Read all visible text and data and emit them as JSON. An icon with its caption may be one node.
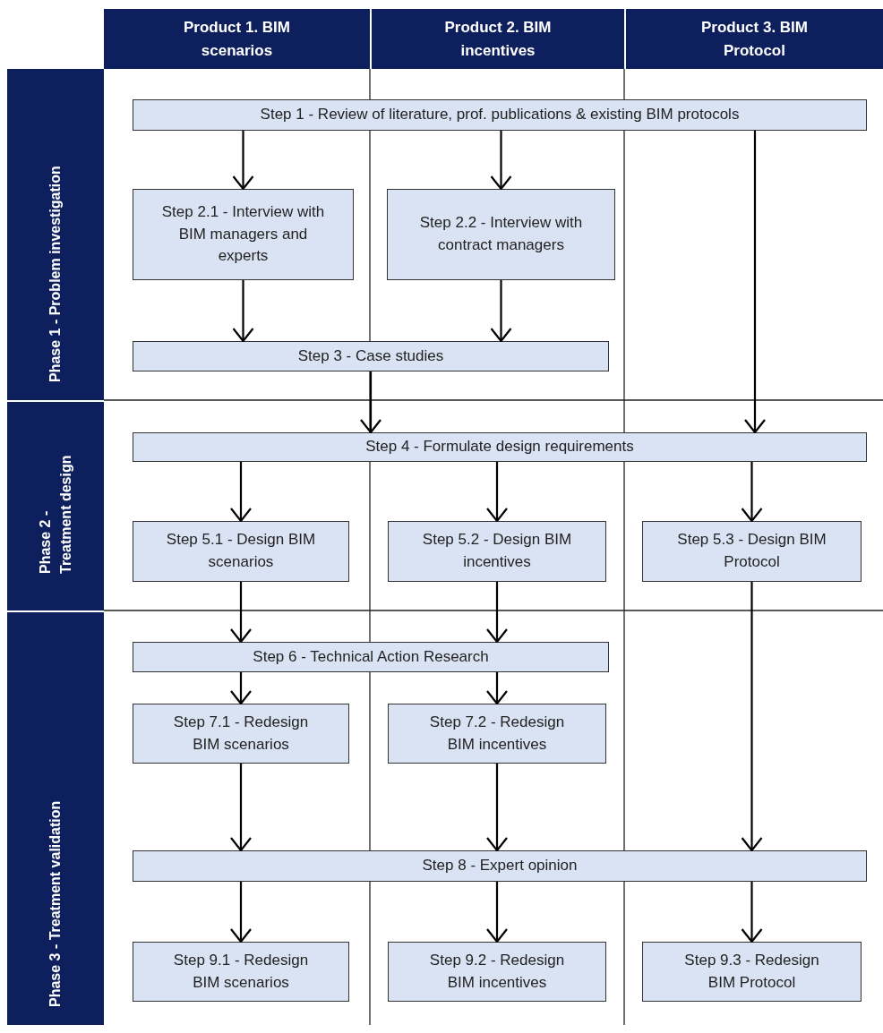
{
  "diagram": {
    "nodes": [
      {
        "text": [
          "Product 1. BIM scenarios"
        ]
      },
      {
        "text": [
          "Product 2. BIM incentives"
        ]
      },
      {
        "text": [
          "Product 3. BIM Protocol"
        ]
      },
      {
        "text": [
          "Phase 1 - Problem investigation"
        ]
      },
      {
        "text": [
          "Phase 2 - Treatment design"
        ]
      },
      {
        "text": [
          "Phase 3 - Treatment validation"
        ]
      },
      {
        "text": [
          "Step 1 - Review of literature, prof. publications & existing BIM protocols"
        ]
      },
      {
        "text": [
          "Step 2.1 - Interview with BIM managers and experts"
        ]
      },
      {
        "text": [
          "Step 2.2 - Interview with contract managers"
        ]
      },
      {
        "text": [
          "Step 3 - Case studies"
        ]
      },
      {
        "text": [
          "Step 4 - Formulate design requirements"
        ]
      },
      {
        "text": [
          "Step 5.1 - Design BIM scenarios"
        ]
      },
      {
        "text": [
          "Step 5.2 - Design BIM incentives"
        ]
      },
      {
        "text": [
          "Step 5.3 - Design BIM Protocol"
        ]
      },
      {
        "text": [
          "Step 6 - Technical Action Research"
        ]
      },
      {
        "text": [
          "Step 7.1 - Redesign BIM scenarios"
        ]
      },
      {
        "text": [
          "Step 7.2 - Redesign BIM incentives"
        ]
      },
      {
        "text": [
          "Step 8 - Expert opinion"
        ]
      },
      {
        "text": [
          "Step 9.1 - Redesign BIM scenarios"
        ]
      },
      {
        "text": [
          "Step 9.2 - Redesign BIM incentives"
        ]
      },
      {
        "text": [
          "Step 9.3 - Redesign BIM Protocol"
        ]
      }
    ],
    "edges": [
      {
        "from": 6,
        "to": 7,
        "arrow": "to"
      },
      {
        "from": 6,
        "to": 8,
        "arrow": "to"
      },
      {
        "from": 6,
        "to": 10,
        "arrow": "to"
      },
      {
        "from": 7,
        "to": 9,
        "arrow": "to"
      },
      {
        "from": 8,
        "to": 9,
        "arrow": "to"
      },
      {
        "from": 9,
        "to": 10,
        "arrow": "to"
      },
      {
        "from": 10,
        "to": 11,
        "arrow": "to"
      },
      {
        "from": 10,
        "to": 12,
        "arrow": "to"
      },
      {
        "from": 10,
        "to": 13,
        "arrow": "to"
      },
      {
        "from": 11,
        "to": 14,
        "arrow": "to"
      },
      {
        "from": 12,
        "to": 14,
        "arrow": "to"
      },
      {
        "from": 13,
        "to": 17,
        "arrow": "to"
      },
      {
        "from": 14,
        "to": 15,
        "arrow": "to"
      },
      {
        "from": 14,
        "to": 16,
        "arrow": "to"
      },
      {
        "from": 15,
        "to": 17,
        "arrow": "to"
      },
      {
        "from": 16,
        "to": 17,
        "arrow": "to"
      },
      {
        "from": 17,
        "to": 18,
        "arrow": "to"
      },
      {
        "from": 17,
        "to": 19,
        "arrow": "to"
      },
      {
        "from": 17,
        "to": 20,
        "arrow": "to"
      }
    ]
  }
}
